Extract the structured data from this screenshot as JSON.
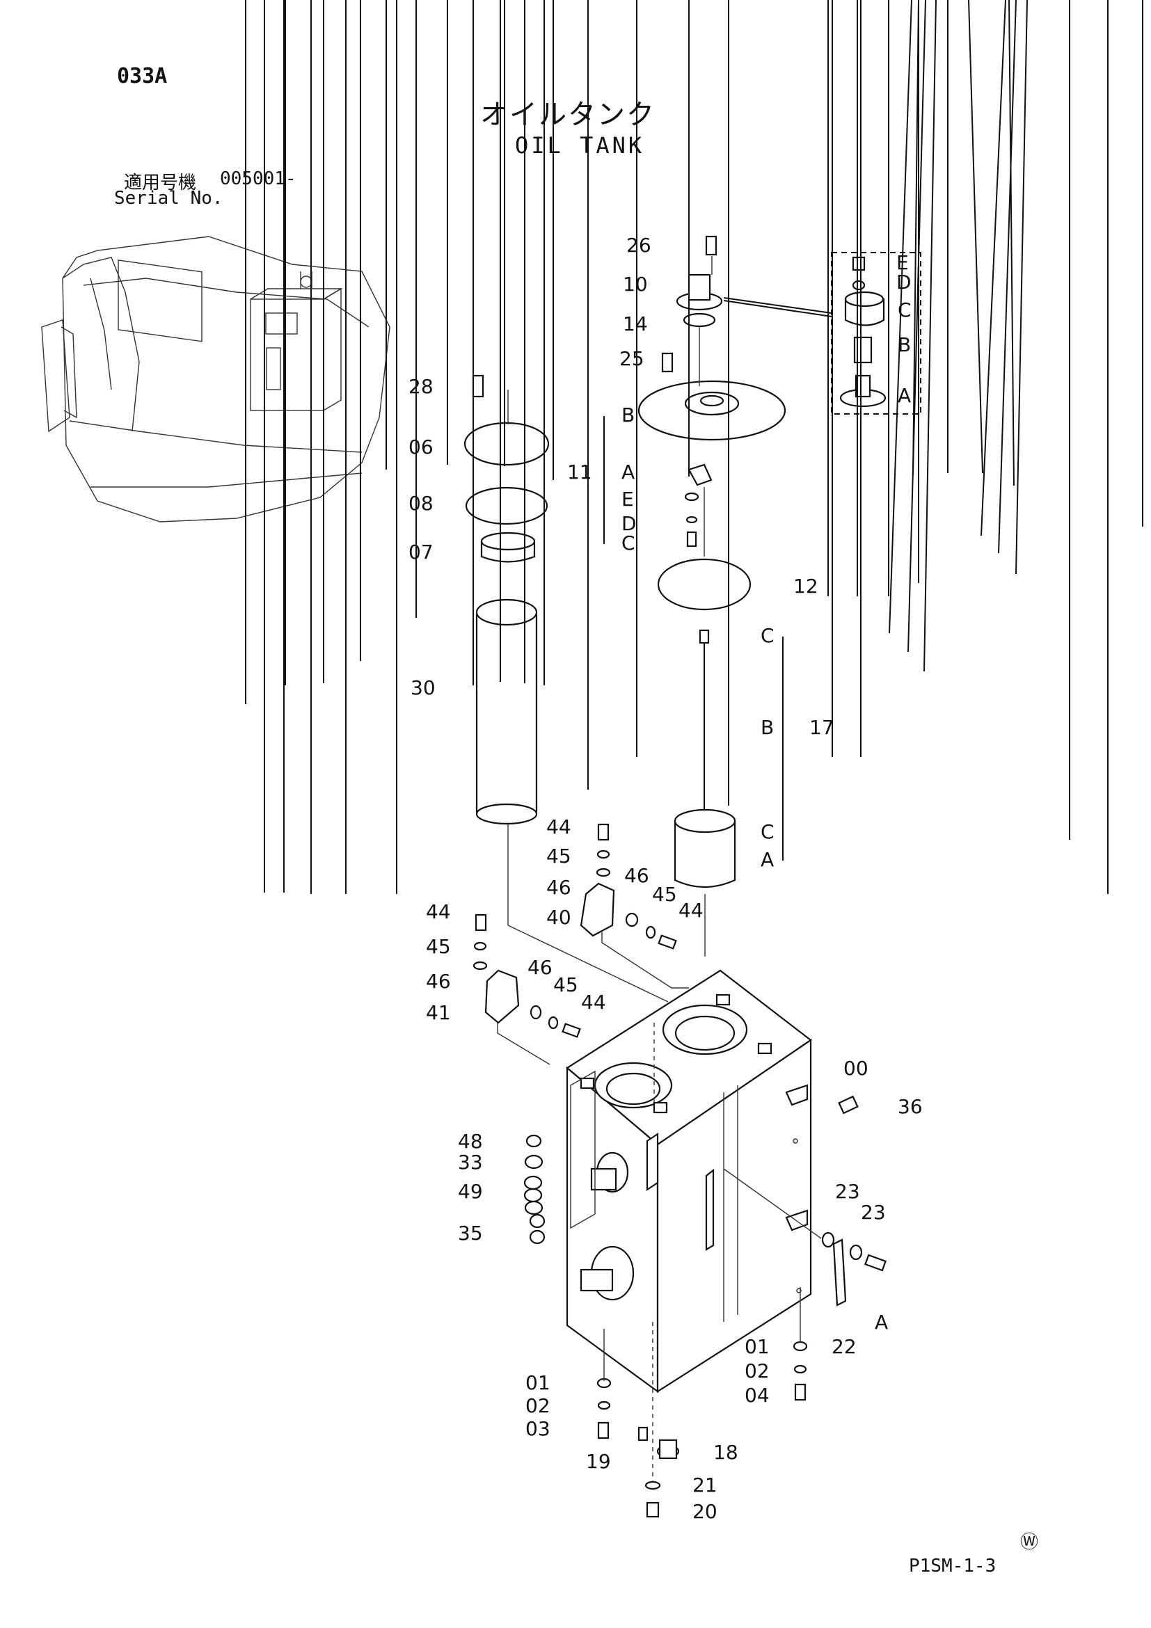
{
  "header": {
    "page_code": "033A",
    "title_jp": "オイルタンク",
    "title_en": "OIL TANK",
    "serial_label_jp": "適用号機",
    "serial_value": "005001-",
    "serial_label_en": "Serial No."
  },
  "footer": {
    "copyright_mark": "Ⓦ",
    "drawing_code": "P1SM-1-3"
  },
  "callouts": [
    {
      "id": "26",
      "text": "26"
    },
    {
      "id": "10",
      "text": "10"
    },
    {
      "id": "14",
      "text": "14"
    },
    {
      "id": "25",
      "text": "25"
    },
    {
      "id": "28",
      "text": "28"
    },
    {
      "id": "06",
      "text": "06"
    },
    {
      "id": "08",
      "text": "08"
    },
    {
      "id": "07",
      "text": "07"
    },
    {
      "id": "11",
      "text": "11"
    },
    {
      "id": "11B",
      "text": "B"
    },
    {
      "id": "11A",
      "text": "A"
    },
    {
      "id": "11E",
      "text": "E"
    },
    {
      "id": "11D",
      "text": "D"
    },
    {
      "id": "11C",
      "text": "C"
    },
    {
      "id": "12",
      "text": "12"
    },
    {
      "id": "30",
      "text": "30"
    },
    {
      "id": "17",
      "text": "17"
    },
    {
      "id": "17C1",
      "text": "C"
    },
    {
      "id": "17B",
      "text": "B"
    },
    {
      "id": "17C2",
      "text": "C"
    },
    {
      "id": "17A",
      "text": "A"
    },
    {
      "id": "dE",
      "text": "E"
    },
    {
      "id": "dD",
      "text": "D"
    },
    {
      "id": "dC",
      "text": "C"
    },
    {
      "id": "dB",
      "text": "B"
    },
    {
      "id": "dA",
      "text": "A"
    },
    {
      "id": "44a",
      "text": "44"
    },
    {
      "id": "45a",
      "text": "45"
    },
    {
      "id": "46a",
      "text": "46"
    },
    {
      "id": "40",
      "text": "40"
    },
    {
      "id": "46b",
      "text": "46"
    },
    {
      "id": "45b",
      "text": "45"
    },
    {
      "id": "44b",
      "text": "44"
    },
    {
      "id": "44c",
      "text": "44"
    },
    {
      "id": "45c",
      "text": "45"
    },
    {
      "id": "46c",
      "text": "46"
    },
    {
      "id": "41",
      "text": "41"
    },
    {
      "id": "46d",
      "text": "46"
    },
    {
      "id": "45d",
      "text": "45"
    },
    {
      "id": "44d",
      "text": "44"
    },
    {
      "id": "00",
      "text": "00"
    },
    {
      "id": "36",
      "text": "36"
    },
    {
      "id": "48",
      "text": "48"
    },
    {
      "id": "33",
      "text": "33"
    },
    {
      "id": "49",
      "text": "49"
    },
    {
      "id": "35",
      "text": "35"
    },
    {
      "id": "23a",
      "text": "23"
    },
    {
      "id": "23b",
      "text": "23"
    },
    {
      "id": "A22",
      "text": "A"
    },
    {
      "id": "22",
      "text": "22"
    },
    {
      "id": "01a",
      "text": "01"
    },
    {
      "id": "02a",
      "text": "02"
    },
    {
      "id": "04",
      "text": "04"
    },
    {
      "id": "01b",
      "text": "01"
    },
    {
      "id": "02b",
      "text": "02"
    },
    {
      "id": "03",
      "text": "03"
    },
    {
      "id": "19",
      "text": "19"
    },
    {
      "id": "18",
      "text": "18"
    },
    {
      "id": "21",
      "text": "21"
    },
    {
      "id": "20",
      "text": "20"
    }
  ]
}
